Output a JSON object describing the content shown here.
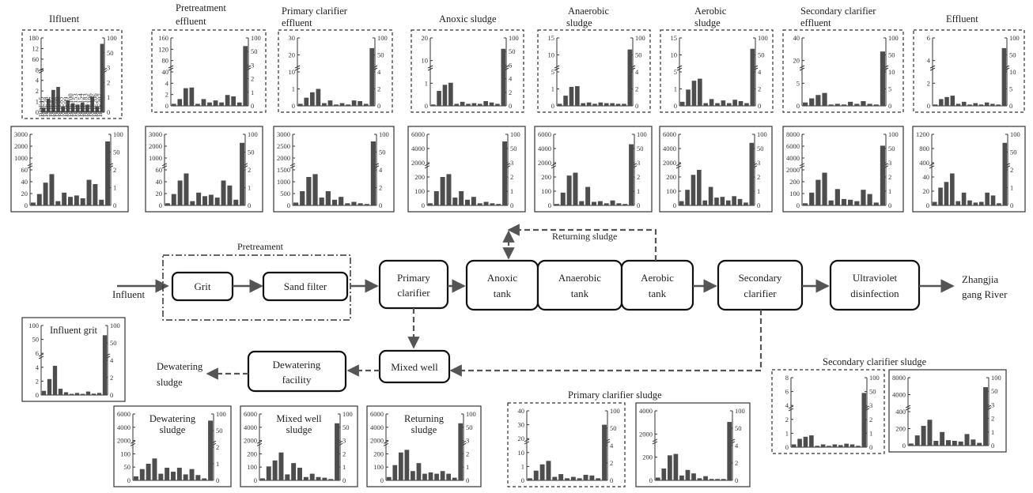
{
  "flow": {
    "influent": "Influent",
    "pretreatment": "Pretreament",
    "grit": "Grit",
    "sand_filter": "Sand filter",
    "primary_clarifier": [
      "Primary",
      "clarifier"
    ],
    "anoxic_tank": [
      "Anoxic",
      "tank"
    ],
    "anaerobic_tank": [
      "Anaerobic",
      "tank"
    ],
    "aerobic_tank": [
      "Aerobic",
      "tank"
    ],
    "secondary_clarifier": [
      "Secondary",
      "clarifier"
    ],
    "uv": [
      "Ultraviolet",
      "disinfection"
    ],
    "river": [
      "Zhangjia",
      "gang River"
    ],
    "returning_sludge": "Returning sludge",
    "mixed_well": "Mixed well",
    "dewatering_facility": [
      "Dewatering",
      "facility"
    ],
    "dewatering_sludge": [
      "Dewatering",
      "sludge"
    ]
  },
  "chart_labels": {
    "influent": "Ilfluent",
    "pretreatment_effluent": [
      "Pretreatment",
      "effluent"
    ],
    "primary_effluent": [
      "Primary clarifier",
      "effluent"
    ],
    "anoxic_sludge": "Anoxic sludge",
    "anaerobic_sludge": [
      "Anaerobic",
      "sludge"
    ],
    "aerobic_sludge": [
      "Aerobic",
      "sludge"
    ],
    "secondary_effluent": [
      "Secondary clarifier",
      "effluent"
    ],
    "effluent": "Effluent",
    "influent_grit": "Influent grit",
    "dewatering_sludge": [
      "Dewatering",
      "sludge"
    ],
    "mixed_well_sludge": [
      "Mixed well",
      "sludge"
    ],
    "returning_sludge": [
      "Returning",
      "sludge"
    ],
    "primary_clarifier_sludge": "Primary clarifier sludge",
    "secondary_clarifier_sludge": "Secondary clarifier sludge"
  },
  "congeners": [
    "BDE15",
    "BDE28",
    "BDE47",
    "BDE66",
    "BDE85",
    "BDE99",
    "BDE100",
    "BDE153",
    "BDE154",
    "BDE183",
    "BDE196",
    "BDE206",
    "BDE207",
    "BDE209"
  ],
  "chart_data": [
    {
      "id": "c1",
      "type": "bar",
      "ly": [
        "180",
        "12",
        "60",
        "8",
        "4",
        "2",
        "1",
        "0"
      ],
      "ry": [
        "100",
        "50",
        "3",
        "2",
        "1",
        "0"
      ],
      "values": [
        0.6,
        1.8,
        3.0,
        3.4,
        0.8,
        1.6,
        1.2,
        1.0,
        1.3,
        1.0,
        2.1,
        0.8,
        9.2
      ]
    },
    {
      "id": "c2",
      "type": "bar",
      "ly": [
        "160",
        "120",
        "80",
        "40",
        "4",
        "2",
        "0"
      ],
      "ry": [
        "100",
        "50",
        "3",
        "2",
        "1",
        "0"
      ],
      "values": [
        0.3,
        1.0,
        2.6,
        2.7,
        0.3,
        1.0,
        0.5,
        0.8,
        0.5,
        1.6,
        1.4,
        0.5,
        8.8
      ]
    },
    {
      "id": "c3",
      "type": "bar",
      "ly": [
        "30",
        "20",
        "10",
        "1",
        "0"
      ],
      "ry": [
        "100",
        "50",
        "4",
        "2",
        "0"
      ],
      "values": [
        0.3,
        1.2,
        2.0,
        2.5,
        0.4,
        0.8,
        0.2,
        0.4,
        0.2,
        0.8,
        0.7,
        0.3,
        8.5
      ]
    },
    {
      "id": "c4",
      "type": "bar",
      "ly": [
        "20",
        "10",
        "1",
        "0"
      ],
      "ry": [
        "100",
        "50",
        "6",
        "4",
        "2",
        "0"
      ],
      "values": [
        0.2,
        2.2,
        3.1,
        3.4,
        0.3,
        0.6,
        0.3,
        0.4,
        0.3,
        0.7,
        0.5,
        0.3,
        8.4
      ]
    },
    {
      "id": "c5",
      "type": "bar",
      "ly": [
        "15",
        "10",
        "5",
        "1",
        "0"
      ],
      "ry": [
        "100",
        "50",
        "4",
        "2",
        "0"
      ],
      "values": [
        0.3,
        1.5,
        2.8,
        2.9,
        0.4,
        0.5,
        0.3,
        0.5,
        0.4,
        0.4,
        0.3,
        0.3,
        8.3
      ]
    },
    {
      "id": "c6",
      "type": "bar",
      "ly": [
        "15",
        "10",
        "5",
        "1",
        "0"
      ],
      "ry": [
        "100",
        "50",
        "4",
        "2",
        "0"
      ],
      "values": [
        0.6,
        2.4,
        3.7,
        4.0,
        0.4,
        1.0,
        0.4,
        0.8,
        0.4,
        0.9,
        0.7,
        0.4,
        8.4
      ]
    },
    {
      "id": "c7",
      "type": "bar",
      "ly": [
        "40",
        "20",
        "5",
        "0"
      ],
      "ry": [
        "100",
        "50",
        "10",
        "5",
        "0"
      ],
      "values": [
        0.5,
        1.1,
        1.6,
        1.9,
        0.2,
        0.3,
        0.2,
        0.6,
        0.3,
        0.7,
        0.3,
        0.2,
        8.0
      ]
    },
    {
      "id": "c8",
      "type": "bar",
      "ly": [
        "6",
        "4",
        "2",
        "0"
      ],
      "ry": [
        "100",
        "50",
        "10",
        "5",
        "0"
      ],
      "values": [
        0.2,
        1.0,
        1.3,
        1.5,
        0.3,
        0.6,
        0.2,
        0.4,
        0.2,
        0.5,
        0.3,
        0.2,
        8.5
      ]
    },
    {
      "id": "c9",
      "type": "bar",
      "ly": [
        "3000",
        "2000",
        "1000",
        "60",
        "40",
        "20",
        "0"
      ],
      "ry": [
        "100",
        "50",
        "2",
        "1",
        "0"
      ],
      "values": [
        0.4,
        1.6,
        3.2,
        4.4,
        0.6,
        1.8,
        1.2,
        1.4,
        1.0,
        3.6,
        3.0,
        0.8,
        9.0
      ]
    },
    {
      "id": "c10",
      "type": "bar",
      "ly": [
        "3000",
        "2000",
        "1000",
        "60",
        "40",
        "20",
        "0"
      ],
      "ry": [
        "100",
        "50",
        "2",
        "1",
        "0"
      ],
      "values": [
        0.3,
        1.6,
        3.5,
        4.5,
        0.6,
        1.8,
        1.3,
        1.5,
        1.1,
        3.5,
        2.8,
        0.8,
        8.8
      ]
    },
    {
      "id": "c11",
      "type": "bar",
      "ly": [
        "3000",
        "2500",
        "2000",
        "1500",
        "1000",
        "500",
        "0"
      ],
      "ry": [
        "100",
        "50",
        "4",
        "2",
        "0"
      ],
      "values": [
        0.4,
        2.0,
        4.0,
        4.4,
        1.1,
        2.0,
        0.8,
        1.2,
        0.3,
        0.5,
        0.3,
        0.2,
        9.0
      ]
    },
    {
      "id": "c12",
      "type": "bar",
      "ly": [
        "6000",
        "4000",
        "2000",
        "200",
        "100",
        "0"
      ],
      "ry": [
        "100",
        "50",
        "3",
        "2",
        "1",
        "0"
      ],
      "values": [
        0.3,
        2.0,
        4.0,
        4.4,
        1.1,
        2.0,
        0.8,
        1.2,
        0.3,
        0.5,
        0.3,
        0.2,
        9.0
      ]
    },
    {
      "id": "c13",
      "type": "bar",
      "ly": [
        "6000",
        "4000",
        "2000",
        "200",
        "100",
        "0"
      ],
      "ry": [
        "100",
        "50",
        "3",
        "2",
        "1",
        "0"
      ],
      "values": [
        0.2,
        1.8,
        4.2,
        4.6,
        0.6,
        2.6,
        0.5,
        0.6,
        0.3,
        0.7,
        0.3,
        0.2,
        8.6
      ]
    },
    {
      "id": "c14",
      "type": "bar",
      "ly": [
        "6000",
        "4000",
        "2000",
        "200",
        "100",
        "0"
      ],
      "ry": [
        "100",
        "50",
        "3",
        "2",
        "1",
        "0"
      ],
      "values": [
        0.6,
        2.2,
        4.3,
        5.0,
        0.7,
        2.6,
        1.1,
        1.2,
        0.7,
        1.3,
        0.9,
        0.4,
        8.8
      ]
    },
    {
      "id": "c15",
      "type": "bar",
      "ly": [
        "8000",
        "6000",
        "4000",
        "2000",
        "200",
        "100",
        "0"
      ],
      "ry": [
        "100",
        "50",
        "3",
        "2",
        "1",
        "0"
      ],
      "values": [
        0.3,
        1.8,
        3.6,
        4.6,
        0.7,
        2.3,
        0.9,
        0.8,
        0.6,
        2.2,
        1.6,
        0.4,
        8.4
      ]
    },
    {
      "id": "c16",
      "type": "bar",
      "ly": [
        "1200",
        "800",
        "400",
        "40",
        "20",
        "0"
      ],
      "ry": [
        "100",
        "50",
        "2",
        "1",
        "0"
      ],
      "values": [
        0.5,
        2.5,
        3.3,
        4.5,
        0.6,
        1.8,
        0.7,
        0.4,
        0.5,
        1.8,
        1.4,
        0.3,
        8.8
      ]
    },
    {
      "id": "c17",
      "type": "bar",
      "ly": [
        "100",
        "50",
        "6",
        "4",
        "2",
        "0"
      ],
      "ry": [
        "100",
        "50",
        "4",
        "2",
        "0"
      ],
      "values": [
        0.6,
        2.3,
        4.2,
        0.9,
        0.4,
        0.1,
        0.3,
        0.1,
        0.5,
        0.2,
        0.3,
        8.6
      ]
    },
    {
      "id": "c18",
      "type": "bar",
      "ly": [
        "6000",
        "4000",
        "2000",
        "100",
        "50",
        "0"
      ],
      "ry": [
        "100",
        "50",
        "2",
        "1",
        "0"
      ],
      "values": [
        0.6,
        1.7,
        2.5,
        3.3,
        1.0,
        1.9,
        1.3,
        1.9,
        0.9,
        1.7,
        0.8,
        0.3,
        9.0
      ]
    },
    {
      "id": "c19",
      "type": "bar",
      "ly": [
        "6000",
        "4000",
        "2000",
        "200",
        "100",
        "0"
      ],
      "ry": [
        "100",
        "50",
        "3",
        "2",
        "1",
        "0"
      ],
      "values": [
        0.3,
        2.1,
        3.0,
        4.2,
        0.9,
        2.6,
        1.9,
        0.5,
        1.0,
        0.5,
        0.4,
        0.2,
        8.6
      ]
    },
    {
      "id": "c20",
      "type": "bar",
      "ly": [
        "6000",
        "4000",
        "2000",
        "200",
        "100",
        "0"
      ],
      "ry": [
        "100",
        "50",
        "3",
        "2",
        "1",
        "0"
      ],
      "values": [
        0.5,
        2.3,
        4.2,
        4.6,
        1.4,
        2.6,
        1.0,
        1.2,
        1.0,
        1.4,
        1.0,
        0.4,
        8.6
      ]
    },
    {
      "id": "c21",
      "type": "bar",
      "ly": [
        "40",
        "30",
        "20",
        "10",
        "1",
        "0"
      ],
      "ry": [
        "100",
        "50",
        "4",
        "2",
        "0"
      ],
      "values": [
        0.3,
        1.4,
        2.3,
        2.8,
        0.5,
        0.9,
        0.3,
        0.5,
        0.3,
        0.8,
        0.7,
        0.3,
        8.0
      ]
    },
    {
      "id": "c22",
      "type": "bar",
      "ly": [
        "4000",
        "2000",
        "200",
        "0"
      ],
      "ry": [
        "100",
        "50",
        "4",
        "2",
        "0"
      ],
      "values": [
        0.4,
        1.7,
        3.6,
        3.8,
        0.7,
        1.5,
        1.0,
        0.3,
        0.6,
        0.2,
        0.2,
        0.2,
        8.4
      ]
    },
    {
      "id": "c23",
      "type": "bar",
      "ly": [
        "8",
        "6",
        "4",
        "2",
        "1",
        "0"
      ],
      "ry": [
        "100",
        "50",
        "3",
        "2",
        "1",
        "0"
      ],
      "values": [
        0.4,
        1.2,
        1.5,
        1.7,
        0.2,
        0.4,
        0.2,
        0.4,
        0.3,
        0.5,
        0.4,
        0.2,
        7.8
      ]
    },
    {
      "id": "c24",
      "type": "bar",
      "ly": [
        "8000",
        "4000",
        "400",
        "200",
        "0"
      ],
      "ry": [
        "100",
        "50",
        "3",
        "2",
        "1",
        "0"
      ],
      "values": [
        0.3,
        1.5,
        2.9,
        3.8,
        0.7,
        2.0,
        0.8,
        0.7,
        0.6,
        1.7,
        0.9,
        0.4,
        8.6
      ]
    }
  ]
}
